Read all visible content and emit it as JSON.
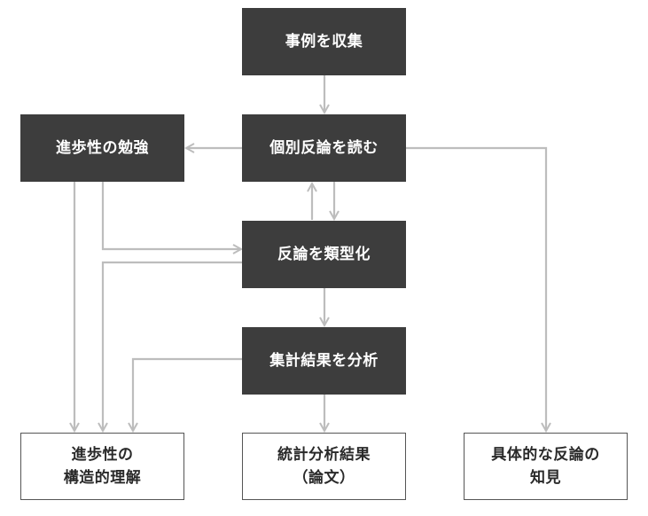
{
  "nodes": {
    "collect_cases": {
      "label": "事例を収集"
    },
    "read_rebuttals": {
      "label": "個別反論を読む"
    },
    "study_progressivism": {
      "label": "進歩性の勉強"
    },
    "categorize_rebuttals": {
      "label": "反論を類型化"
    },
    "analyze_tallies": {
      "label": "集計結果を分析"
    },
    "structural_understanding": {
      "line1": "進歩性の",
      "line2": "構造的理解"
    },
    "stats_results": {
      "line1": "統計分析結果",
      "line2": "（論文）"
    },
    "specific_insights": {
      "line1": "具体的な反論の",
      "line2": "知見"
    }
  },
  "colors": {
    "dark_box": "#3d3d3d",
    "dark_text": "#ffffff",
    "light_border": "#555555",
    "arrow": "#bdbdbd"
  }
}
